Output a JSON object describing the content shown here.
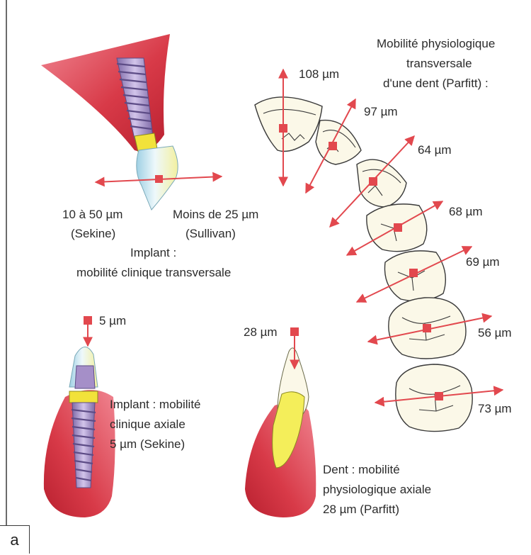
{
  "panel_letter": "a",
  "top_right": {
    "title_line1": "Mobilité physiologique",
    "title_line2": "transversale",
    "title_line3": "d'une dent (Parfitt) :",
    "measurements": [
      "108 µm",
      "97 µm",
      "64 µm",
      "68 µm",
      "69 µm",
      "56 µm",
      "73 µm"
    ]
  },
  "top_left": {
    "left_value": "10 à 50 µm",
    "left_source": "(Sekine)",
    "right_value": "Moins de 25 µm",
    "right_source": "(Sullivan)",
    "caption_line1": "Implant :",
    "caption_line2": "mobilité clinique transversale"
  },
  "bottom_left": {
    "value": "5 µm",
    "caption_line1": "Implant : mobilité",
    "caption_line2": "clinique axiale",
    "caption_line3": "5 µm (Sekine)"
  },
  "bottom_middle": {
    "value": "28 µm",
    "caption_line1": "Dent : mobilité",
    "caption_line2": "physiologique axiale",
    "caption_line3": "28 µm (Parfitt)"
  },
  "colors": {
    "gum": "#d83a48",
    "gum_light": "#f27c88",
    "arrow": "#e2484e",
    "implant": "#a58fc8",
    "collar": "#f2e23a",
    "crown": "#d4ecf4",
    "dentin": "#f4ee5a"
  }
}
